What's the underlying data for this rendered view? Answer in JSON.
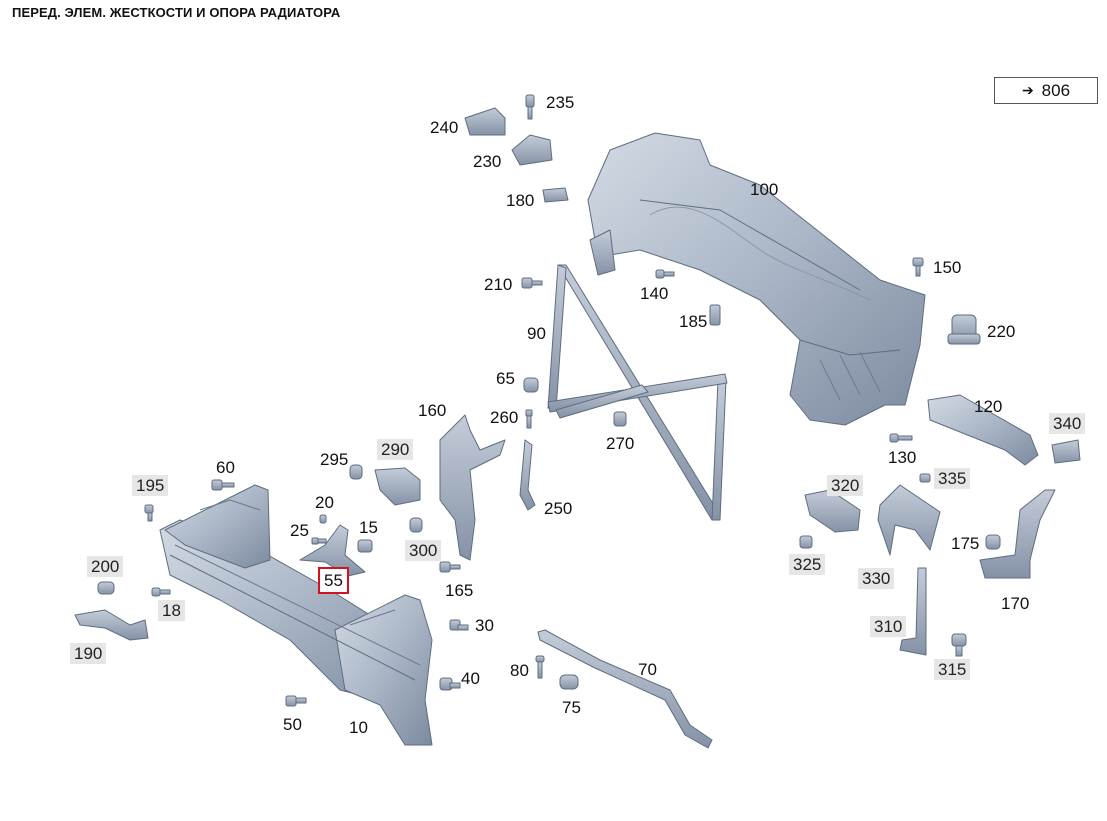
{
  "title": "ПЕРЕД. ЭЛЕМ. ЖЕСТКОСТИ И ОПОРА РАДИАТОРА",
  "reference": {
    "arrow_icon": "right-arrow-icon",
    "label": "806"
  },
  "colors": {
    "part_fill": "#aab6c6",
    "part_stroke": "#5e6d80",
    "highlight": "#d0131e",
    "shaded_label": "#e6e6e6"
  },
  "callouts": [
    {
      "id": "235",
      "label": "235",
      "style": "plain"
    },
    {
      "id": "240",
      "label": "240",
      "style": "plain"
    },
    {
      "id": "230",
      "label": "230",
      "style": "plain"
    },
    {
      "id": "180",
      "label": "180",
      "style": "plain"
    },
    {
      "id": "100",
      "label": "100",
      "style": "plain"
    },
    {
      "id": "150",
      "label": "150",
      "style": "plain"
    },
    {
      "id": "210",
      "label": "210",
      "style": "plain"
    },
    {
      "id": "140",
      "label": "140",
      "style": "plain"
    },
    {
      "id": "185",
      "label": "185",
      "style": "plain"
    },
    {
      "id": "220",
      "label": "220",
      "style": "plain"
    },
    {
      "id": "90",
      "label": "90",
      "style": "plain"
    },
    {
      "id": "65",
      "label": "65",
      "style": "plain"
    },
    {
      "id": "160",
      "label": "160",
      "style": "plain"
    },
    {
      "id": "260",
      "label": "260",
      "style": "plain"
    },
    {
      "id": "270",
      "label": "270",
      "style": "plain"
    },
    {
      "id": "120",
      "label": "120",
      "style": "plain"
    },
    {
      "id": "340",
      "label": "340",
      "style": "gray"
    },
    {
      "id": "290",
      "label": "290",
      "style": "gray"
    },
    {
      "id": "295",
      "label": "295",
      "style": "plain"
    },
    {
      "id": "60",
      "label": "60",
      "style": "plain"
    },
    {
      "id": "195",
      "label": "195",
      "style": "gray"
    },
    {
      "id": "130",
      "label": "130",
      "style": "plain"
    },
    {
      "id": "320",
      "label": "320",
      "style": "gray"
    },
    {
      "id": "335",
      "label": "335",
      "style": "gray"
    },
    {
      "id": "20",
      "label": "20",
      "style": "plain"
    },
    {
      "id": "25",
      "label": "25",
      "style": "plain"
    },
    {
      "id": "15",
      "label": "15",
      "style": "plain"
    },
    {
      "id": "250",
      "label": "250",
      "style": "plain"
    },
    {
      "id": "300",
      "label": "300",
      "style": "gray"
    },
    {
      "id": "175",
      "label": "175",
      "style": "plain"
    },
    {
      "id": "200",
      "label": "200",
      "style": "gray"
    },
    {
      "id": "55",
      "label": "55",
      "style": "highlight"
    },
    {
      "id": "325",
      "label": "325",
      "style": "gray"
    },
    {
      "id": "165",
      "label": "165",
      "style": "plain"
    },
    {
      "id": "330",
      "label": "330",
      "style": "gray"
    },
    {
      "id": "18",
      "label": "18",
      "style": "gray"
    },
    {
      "id": "170",
      "label": "170",
      "style": "plain"
    },
    {
      "id": "30",
      "label": "30",
      "style": "plain"
    },
    {
      "id": "190",
      "label": "190",
      "style": "gray"
    },
    {
      "id": "310",
      "label": "310",
      "style": "gray"
    },
    {
      "id": "80",
      "label": "80",
      "style": "plain"
    },
    {
      "id": "70",
      "label": "70",
      "style": "plain"
    },
    {
      "id": "315",
      "label": "315",
      "style": "gray"
    },
    {
      "id": "40",
      "label": "40",
      "style": "plain"
    },
    {
      "id": "75",
      "label": "75",
      "style": "plain"
    },
    {
      "id": "50",
      "label": "50",
      "style": "plain"
    },
    {
      "id": "10",
      "label": "10",
      "style": "plain"
    }
  ]
}
